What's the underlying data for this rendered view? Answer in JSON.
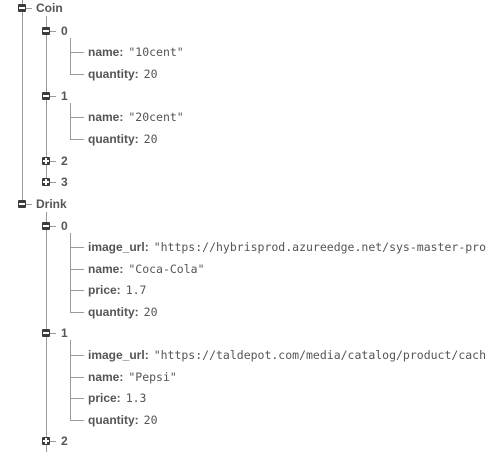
{
  "tree": {
    "coin": {
      "label": "Coin",
      "children": [
        {
          "label": "0",
          "name_key": "name:",
          "name_val": "\"10cent\"",
          "qty_key": "quantity:",
          "qty_val": "20"
        },
        {
          "label": "1",
          "name_key": "name:",
          "name_val": "\"20cent\"",
          "qty_key": "quantity:",
          "qty_val": "20"
        }
      ],
      "collapsed": [
        "2",
        "3"
      ]
    },
    "drink": {
      "label": "Drink",
      "children": [
        {
          "label": "0",
          "image_key": "image_url:",
          "image_val": "\"https://hybrisprod.azureedge.net/sys-master-pro",
          "name_key": "name:",
          "name_val": "\"Coca-Cola\"",
          "price_key": "price:",
          "price_val": "1.7",
          "qty_key": "quantity:",
          "qty_val": "20"
        },
        {
          "label": "1",
          "image_key": "image_url:",
          "image_val": "\"https://taldepot.com/media/catalog/product/cach",
          "name_key": "name:",
          "name_val": "\"Pepsi\"",
          "price_key": "price:",
          "price_val": "1.3",
          "qty_key": "quantity:",
          "qty_val": "20"
        }
      ],
      "collapsed": [
        "2"
      ]
    }
  },
  "icons": {
    "expanded": "minus-toggle-icon",
    "collapsed": "plus-toggle-icon"
  }
}
